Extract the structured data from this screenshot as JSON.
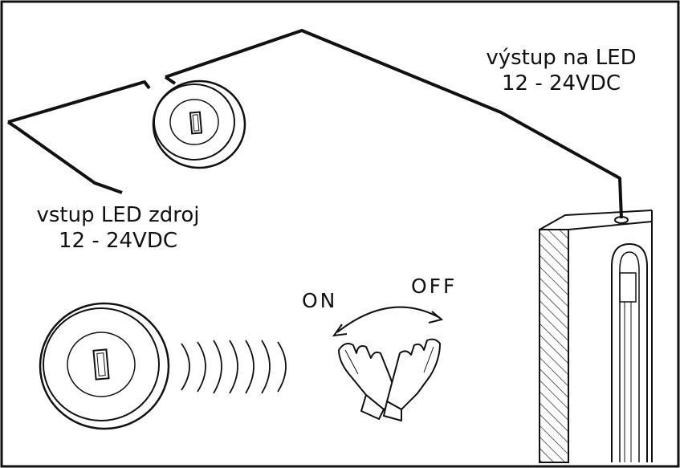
{
  "input_label": {
    "line1": "vstup LED zdroj",
    "line2": "12 - 24VDC"
  },
  "output_label": {
    "line1": "výstup na LED",
    "line2": "12 - 24VDC"
  },
  "gesture": {
    "on": "ON",
    "off": "OFF"
  },
  "colors": {
    "line": "#111111",
    "background": "#ffffff"
  }
}
